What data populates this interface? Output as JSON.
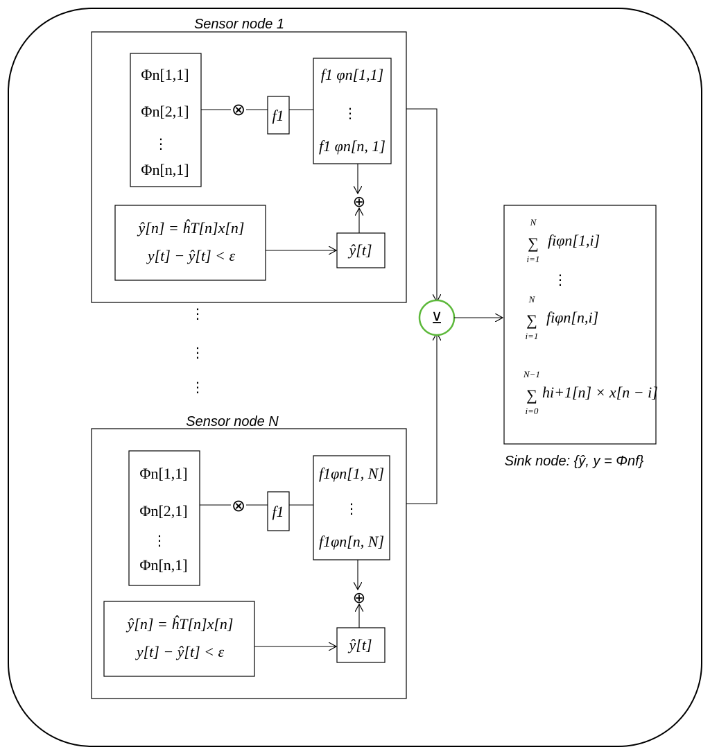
{
  "sensor_node_1": {
    "title": "Sensor node 1",
    "phi_entries": [
      "Φn[1,1]",
      "Φn[2,1]",
      "⋮",
      "Φn[n,1]"
    ],
    "multiplier": "⊗",
    "coeff": "f1",
    "products": [
      "f1 φn[1,1]",
      "⋮",
      "f1 φn[n, 1]"
    ],
    "adder": "⊕",
    "estimate_lines": [
      "ŷ[n] = ĥT[n]x[n]",
      "y[t] − ŷ[t] < ε"
    ],
    "estimate_output": "ŷ[t]"
  },
  "sensor_node_n": {
    "title": "Sensor node N",
    "phi_entries": [
      "Φn[1,1]",
      "Φn[2,1]",
      "⋮",
      "Φn[n,1]"
    ],
    "multiplier": "⊗",
    "coeff": "f1",
    "products": [
      "f1φn[1, N]",
      "⋮",
      "f1φn[n, N]"
    ],
    "adder": "⊕",
    "estimate_lines": [
      "ŷ[n] = ĥT[n]x[n]",
      "y[t] − ŷ[t] < ε"
    ],
    "estimate_output": "ŷ[t]"
  },
  "between_nodes_dots": [
    "⋮",
    "⋮",
    "⋮"
  ],
  "combiner": {
    "symbol": "⊻",
    "color": "#5cb83a"
  },
  "sink_node": {
    "caption": "Sink node: {ŷ, y = Φnf}",
    "sum1": {
      "upper": "N",
      "lower": "i=1",
      "expr": "fiφn[1,i]"
    },
    "mid_dots": "⋮",
    "sum2": {
      "upper": "N",
      "lower": "i=1",
      "expr": "fiφn[n,i]"
    },
    "sum3": {
      "upper": "N−1",
      "lower": "i=0",
      "expr": "hi+1[n] × x[n − i]"
    }
  }
}
